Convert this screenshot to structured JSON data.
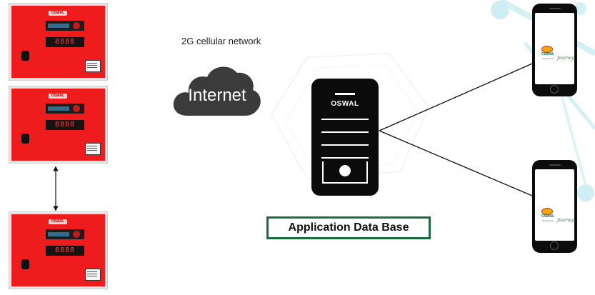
{
  "network": {
    "label": "2G cellular network"
  },
  "cloud": {
    "label": "Internet"
  },
  "server": {
    "brand": "OSWAL"
  },
  "database": {
    "label": "Application Data Base"
  },
  "panels": [
    {
      "display": "8888",
      "brand": "OSWAL"
    },
    {
      "display": "8888",
      "brand": "OSWAL"
    },
    {
      "display": "8888",
      "brand": "OSWAL"
    }
  ],
  "phones": [
    {
      "app_name": "OSWAL",
      "app_sub": "Oral Pumps",
      "app_script": "Journey"
    },
    {
      "app_name": "OSWAL",
      "app_sub": "Oral Pumps",
      "app_script": "Journey"
    }
  ],
  "colors": {
    "panel_red": "#ee1c1c",
    "cloud_gray": "#3b3b3b",
    "server_black": "#0b0b0b",
    "db_border_green": "#1e6b3d",
    "decor_blue": "#cfeef3"
  },
  "icons": [
    "cloud-icon",
    "server-icon",
    "smartphone-icon",
    "double-arrow-icon"
  ]
}
